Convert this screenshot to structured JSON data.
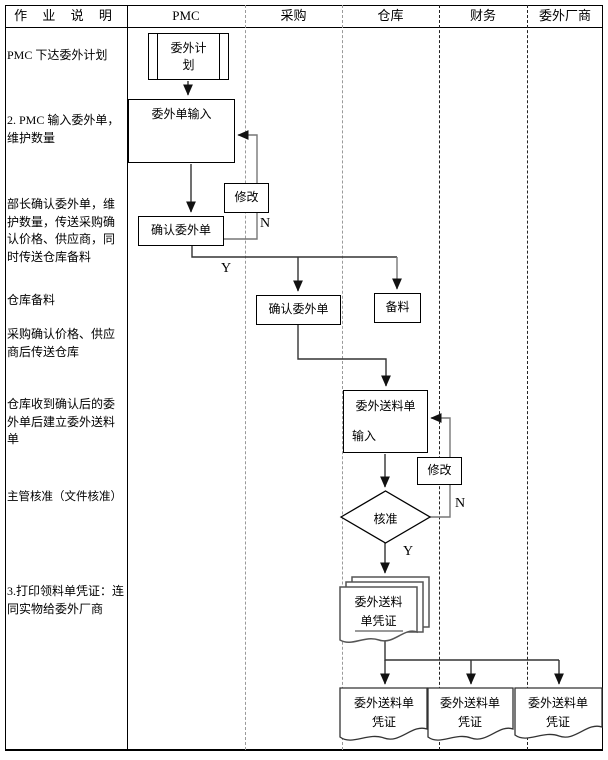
{
  "lanes": [
    "作 业 说 明",
    "PMC",
    "采购",
    "仓库",
    "财务",
    "委外厂商"
  ],
  "notes": [
    "PMC 下达委外计划",
    "2. PMC 输入委外单，维护数量",
    "部长确认委外单，维护数量，传送采购确认价格、供应商，同时传送仓库备料",
    "仓库备料",
    "采购确认价格、供应商后传送仓库",
    "仓库收到确认后的委外单后建立委外送料单",
    "主管核准（文件核准）",
    "3.打印领料单凭证：连同实物给委外厂商"
  ],
  "nodes": {
    "plan": "委外计划",
    "order_input": "委外单输入",
    "modify_1": "修改",
    "confirm_pmc": "确认委外单",
    "confirm_purchase": "确认委外单",
    "prepare": "备料",
    "delivery_line1": "委外送料单",
    "delivery_line2": "输入",
    "modify_2": "修改",
    "approve": "核准",
    "voucher_stack": "委外送料单凭证",
    "voucher_warehouse": "委外送料单凭证",
    "voucher_finance": "委外送料单凭证",
    "voucher_vendor": "委外送料单凭证"
  },
  "branch_labels": {
    "confirm_no": "N",
    "confirm_yes": "Y",
    "approve_no": "N",
    "approve_yes": "Y"
  },
  "colors": {
    "line": "#333333",
    "loop_line": "#777777",
    "border": "#000000",
    "lane_dash_light": "#9a9a9a",
    "lane_dash_dark": "#222222",
    "background": "#ffffff"
  }
}
